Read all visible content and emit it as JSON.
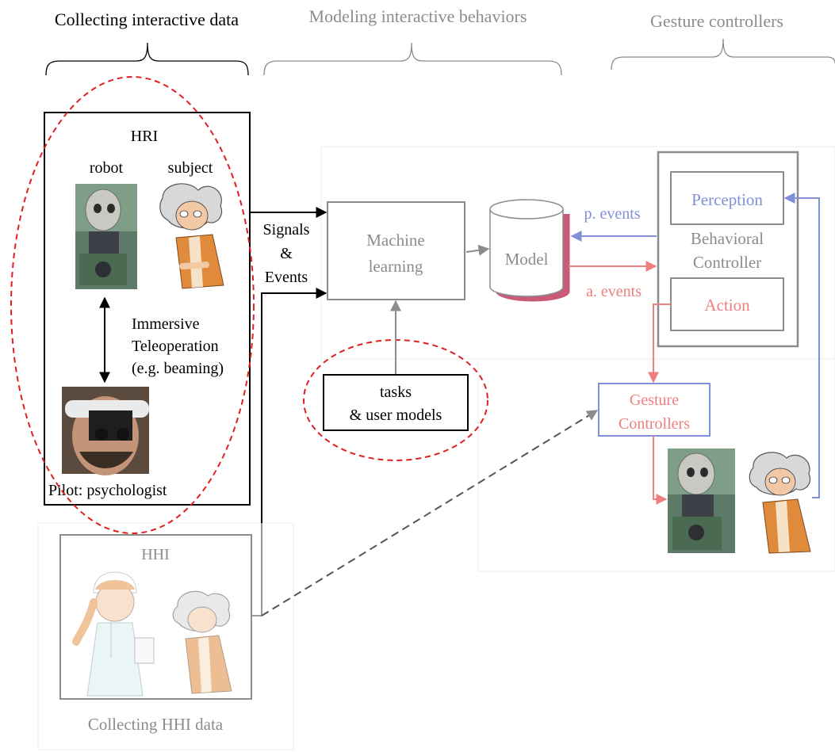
{
  "headers": {
    "collecting": "Collecting interactive data",
    "modeling": "Modeling interactive behaviors",
    "gesture": "Gesture controllers"
  },
  "hri": {
    "title": "HRI",
    "robot_label": "robot",
    "subject_label": "subject",
    "teleop_line1": "Immersive",
    "teleop_line2": "Teleoperation",
    "teleop_line3": "(e.g. beaming)",
    "pilot_label": "Pilot: psychologist"
  },
  "signals": {
    "line1": "Signals",
    "line2": "&",
    "line3": "Events"
  },
  "ml": {
    "line1": "Machine",
    "line2": "learning"
  },
  "tasks": {
    "line1": "tasks",
    "line2": "& user models"
  },
  "model_label": "Model",
  "p_events": "p. events",
  "a_events": "a. events",
  "controller": {
    "perception": "Perception",
    "line1": "Behavioral",
    "line2": "Controller",
    "action": "Action"
  },
  "gesture_box": {
    "line1": "Gesture",
    "line2": "Controllers"
  },
  "hhi": {
    "title": "HHI",
    "caption": "Collecting HHI data"
  },
  "colors": {
    "black": "#000000",
    "gray": "#8c8c8c",
    "blue": "#7f8fd8",
    "red": "#ee7f7f",
    "dashed_red": "#e02020",
    "cylinder_shadow": "#c95a78"
  }
}
